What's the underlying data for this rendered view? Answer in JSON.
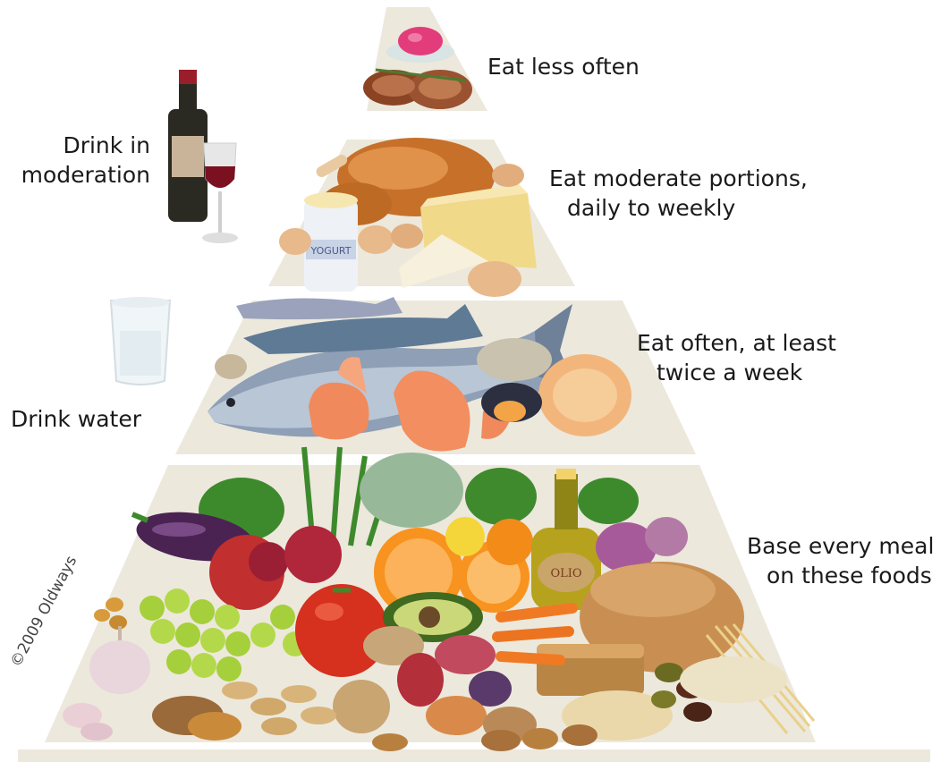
{
  "tiers": [
    {
      "label_lines": [
        "Eat less often"
      ],
      "foods": [
        "sweets",
        "red meat"
      ]
    },
    {
      "label_lines": [
        "Eat moderate portions,",
        "daily to weekly"
      ],
      "foods": [
        "poultry",
        "eggs",
        "cheese",
        "yogurt"
      ]
    },
    {
      "label_lines": [
        "Eat often, at least",
        "twice a week"
      ],
      "foods": [
        "fish",
        "seafood"
      ]
    },
    {
      "label_lines": [
        "Base every meal",
        "on these foods"
      ],
      "foods": [
        "fruits",
        "vegetables",
        "grains",
        "olive oil",
        "beans",
        "nuts",
        "legumes",
        "seeds",
        "herbs",
        "spices"
      ]
    }
  ],
  "side_items": [
    {
      "label_lines": [
        "Drink in",
        "moderation"
      ],
      "item": "wine"
    },
    {
      "label_lines": [
        "Drink water"
      ],
      "item": "water"
    }
  ],
  "copyright": "©2009 Oldways",
  "olive_oil_label": "OLIO",
  "yogurt_label": "YOGURT",
  "colors": {
    "tier_bg": "#ece8dc",
    "tier_edge": "#ffffff",
    "text": "#1a1a1a",
    "wine": "#7a1020",
    "bottle": "#2b2a22",
    "fish": "#7d8fa8",
    "shrimp": "#f08a5c",
    "bread": "#c98f52",
    "tomato": "#d6301e",
    "grapes": "#a6cf3c",
    "orange": "#f7931e",
    "greens": "#3d8a2c",
    "eggplant": "#4a2352",
    "chicken": "#c7702a",
    "cheese": "#f1d98a",
    "egg": "#e8b98a"
  },
  "icons": [
    "wine-bottle-icon",
    "wine-glass-icon",
    "water-glass-icon"
  ]
}
